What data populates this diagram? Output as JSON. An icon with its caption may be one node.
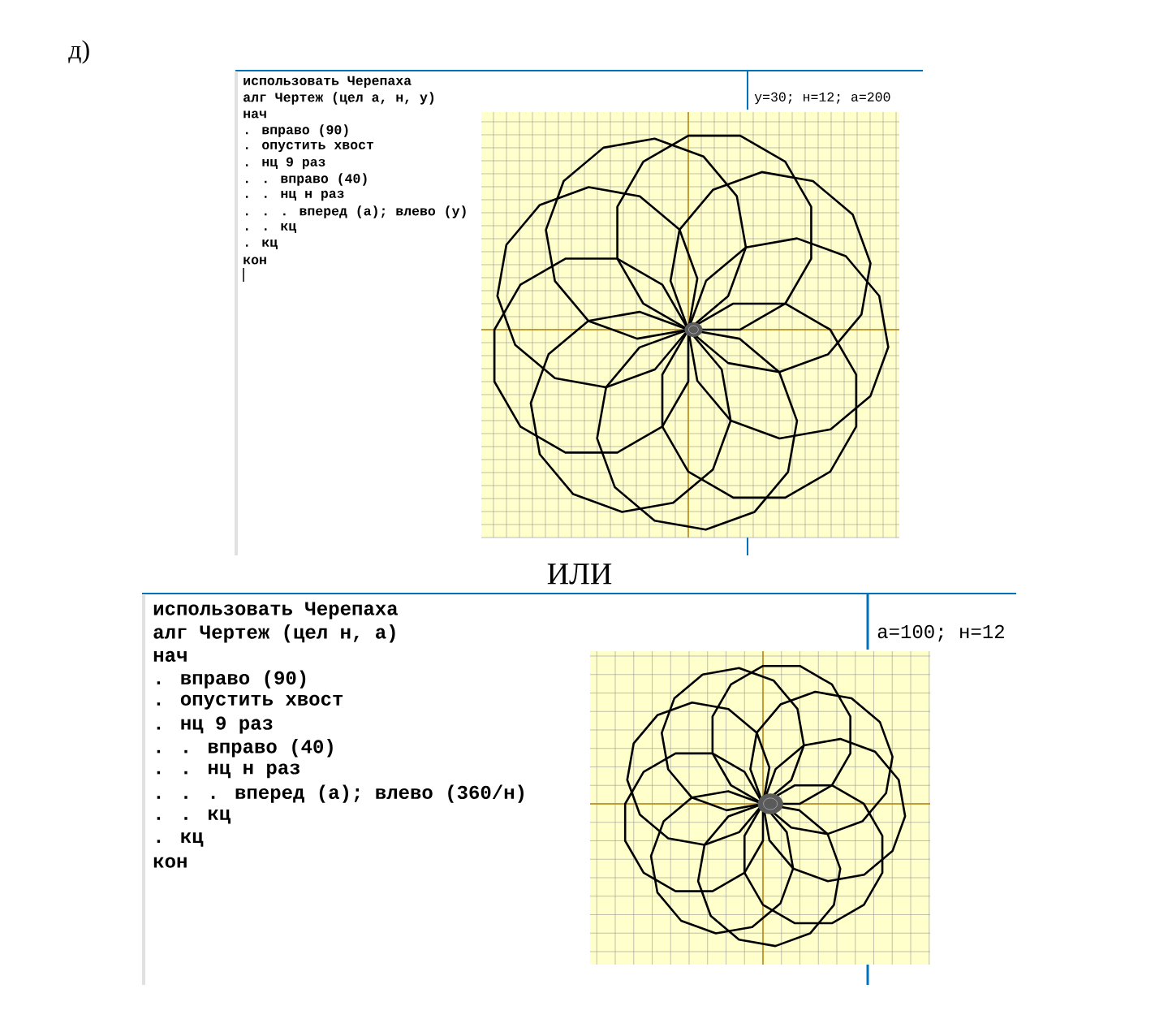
{
  "diagram": {
    "labels": [
      "д)",
      "использовать Черепаха",
      "алг Чертеж (цел а, н, у)",
      "нач",
      ". вправо (90)",
      ". опустить хвост",
      ". нц 9 раз",
      ". . вправо (40)",
      ". . нц н раз",
      ". . . вперед (а); влево (у)",
      ". . кц",
      ". кц",
      "кон",
      "у=30; н=12; а=200",
      "ИЛИ",
      "использовать Черепаха",
      "алг Чертеж (цел н, а)",
      "нач",
      ". вправо (90)",
      ". опустить хвост",
      ". нц 9 раз",
      ". . вправо (40)",
      ". . нц н раз",
      ". . . вперед (а); влево (360/н)",
      ". . кц",
      ". кц",
      "кон",
      "а=100; н=12"
    ]
  }
}
